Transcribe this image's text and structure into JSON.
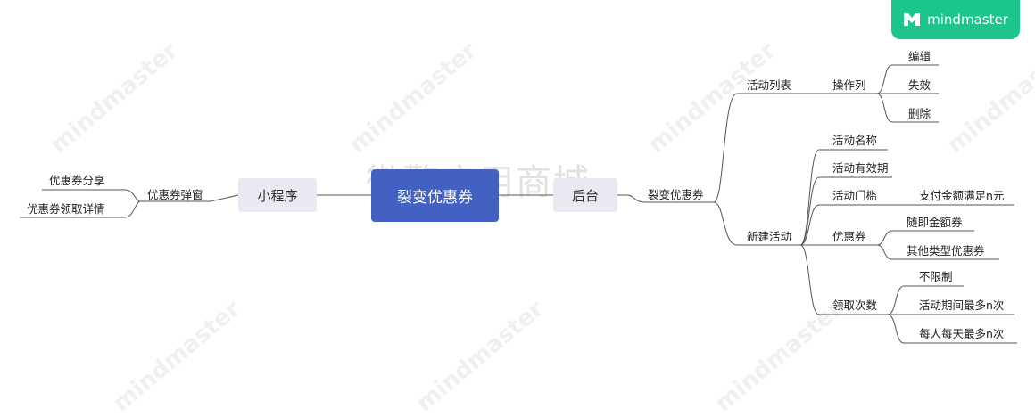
{
  "brand": {
    "logo_text": "mindmaster"
  },
  "watermark_text": "微擎应用商城",
  "mindmap": {
    "root": "裂变优惠券",
    "left": {
      "branch": "小程序",
      "sub": "优惠券弹窗",
      "leaves": [
        "优惠券分享",
        "优惠券领取详情"
      ]
    },
    "right": {
      "branch": "后台",
      "sub": "裂变优惠券",
      "activity_list": {
        "label": "活动列表",
        "ops": {
          "label": "操作列",
          "leaves": [
            "编辑",
            "失效",
            "删除"
          ]
        }
      },
      "new_activity": {
        "label": "新建活动",
        "name": "活动名称",
        "period": "活动有效期",
        "threshold": {
          "label": "活动门槛",
          "leaf": "支付金额满足n元"
        },
        "coupon": {
          "label": "优惠券",
          "leaves": [
            "随即金额券",
            "其他类型优惠券"
          ]
        },
        "times": {
          "label": "领取次数",
          "leaves": [
            "不限制",
            "活动期间最多n次",
            "每人每天最多n次"
          ]
        }
      }
    }
  }
}
